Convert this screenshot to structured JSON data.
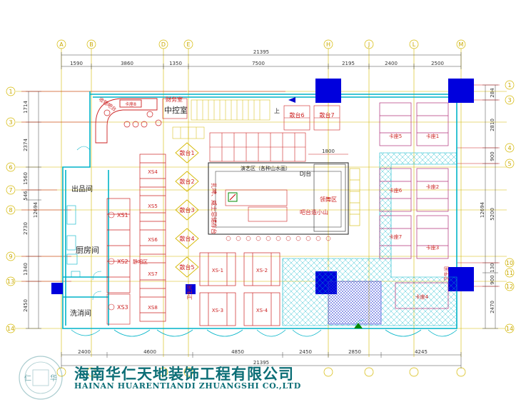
{
  "dims": {
    "total_top": "21395",
    "top": [
      "1590",
      "3860",
      "1350",
      "7500",
      "2195",
      "2400",
      "2500"
    ],
    "bottom": [
      "2400",
      "4600",
      "4850",
      "2450",
      "2850",
      "4245"
    ],
    "total_bottom": "21395",
    "left": [
      "1714",
      "2374",
      "1560",
      "546",
      "2730",
      "1340",
      "2450"
    ],
    "left_total": "12694",
    "right": [
      "284",
      "2810",
      "900",
      "5200",
      "130",
      "900",
      "2470"
    ],
    "right_total": "12694",
    "stage_width": "1800"
  },
  "axes": {
    "cols": [
      "A",
      "B",
      "D",
      "E",
      "H",
      "J",
      "L",
      "M"
    ],
    "rows": [
      "1",
      "3",
      "4",
      "5",
      "6",
      "7",
      "8",
      "9",
      "10",
      "11",
      "12",
      "13",
      "14"
    ]
  },
  "rooms": {
    "card_seat_8": "卡座8",
    "cashier": "收银吧台",
    "finance": "财务室",
    "control_room": "中控室",
    "dispatch": "出品间",
    "kitchen": "厨房间",
    "washroom": "洗消间",
    "stage_area": "演艺区（各种山水画）",
    "dj": "DJ台",
    "dance": "领舞区",
    "bar_counter": "吧台造小山",
    "side_label": "扎啤、威士忌储存台",
    "quiet_bar": "静吧区",
    "up_mark": "上",
    "tables": [
      "散台1",
      "散台2",
      "散台3",
      "散台4",
      "散台5",
      "散台6",
      "散台7"
    ],
    "card_seats": [
      "卡座1",
      "卡座2",
      "卡座3",
      "卡座4",
      "卡座5",
      "卡座6",
      "卡座7"
    ],
    "xs_left": [
      "XS1",
      "XS2",
      "XS3"
    ],
    "xs_mid": [
      "XS4",
      "XS5",
      "XS6",
      "XS7",
      "XS8"
    ],
    "xs_center": [
      "XS-1",
      "XS-2",
      "XS-3",
      "XS-4"
    ],
    "toilet_l": "卫生间",
    "toilet_r": "卫生间"
  },
  "company": {
    "name_cn": "海南华仁天地装饰工程有限公司",
    "name_en": "HAINAN HUARENTIANDI ZHUANGSHI CO.,LTD",
    "logo_left": "仁",
    "logo_right": "华"
  },
  "colors": {
    "wall": "#00b4c8",
    "furniture": "#cc2222",
    "table": "#d4b800",
    "dim": "#333333",
    "grid": "#d4b800",
    "brand": "#0c6e76",
    "pillar": "#0000dd"
  }
}
